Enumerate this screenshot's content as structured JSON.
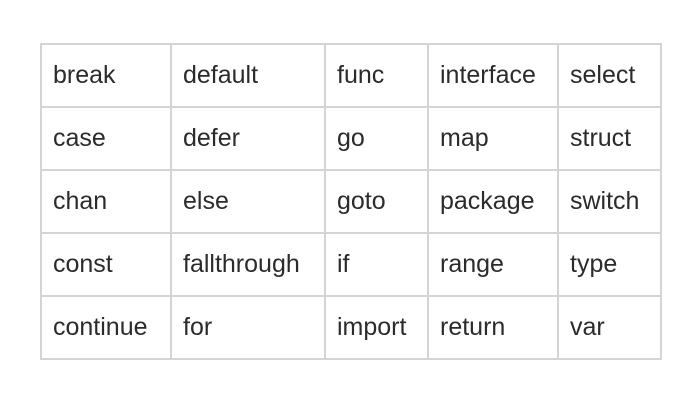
{
  "table": {
    "rows": [
      [
        "break",
        "default",
        "func",
        "interface",
        "select"
      ],
      [
        "case",
        "defer",
        "go",
        "map",
        "struct"
      ],
      [
        "chan",
        "else",
        "goto",
        "package",
        "switch"
      ],
      [
        "const",
        "fallthrough",
        "if",
        "range",
        "type"
      ],
      [
        "continue",
        "for",
        "import",
        "return",
        "var"
      ]
    ]
  }
}
